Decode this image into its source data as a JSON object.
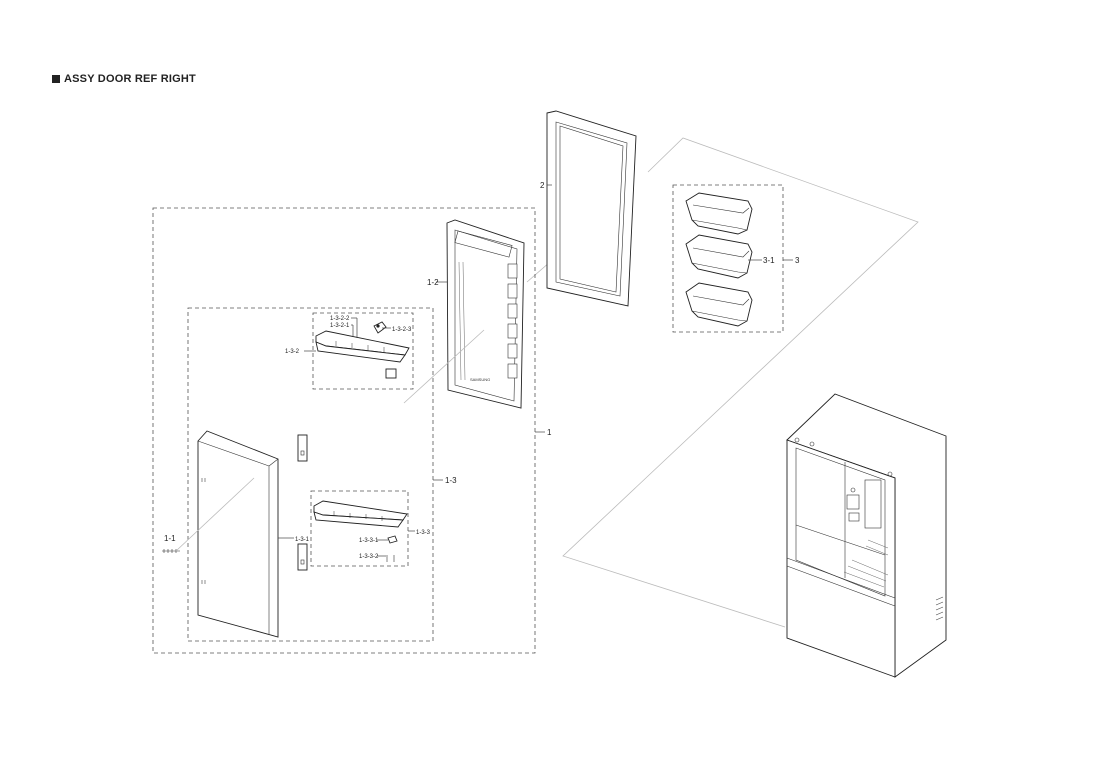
{
  "title": "ASSY DOOR REF RIGHT",
  "callouts": {
    "c1": "1",
    "c1_1": "1-1",
    "c1_2": "1-2",
    "c1_3": "1-3",
    "c1_3_1": "1-3-1",
    "c1_3_2": "1-3-2",
    "c1_3_2_1": "1-3-2-1",
    "c1_3_2_2": "1-3-2-2",
    "c1_3_2_3": "1-3-2-3",
    "c1_3_3": "1-3-3",
    "c1_3_3_1": "1-3-3-1",
    "c1_3_3_2": "1-3-3-2",
    "c2": "2",
    "c3": "3",
    "c3_1": "3-1"
  },
  "liner_print": "SAMSUNG"
}
